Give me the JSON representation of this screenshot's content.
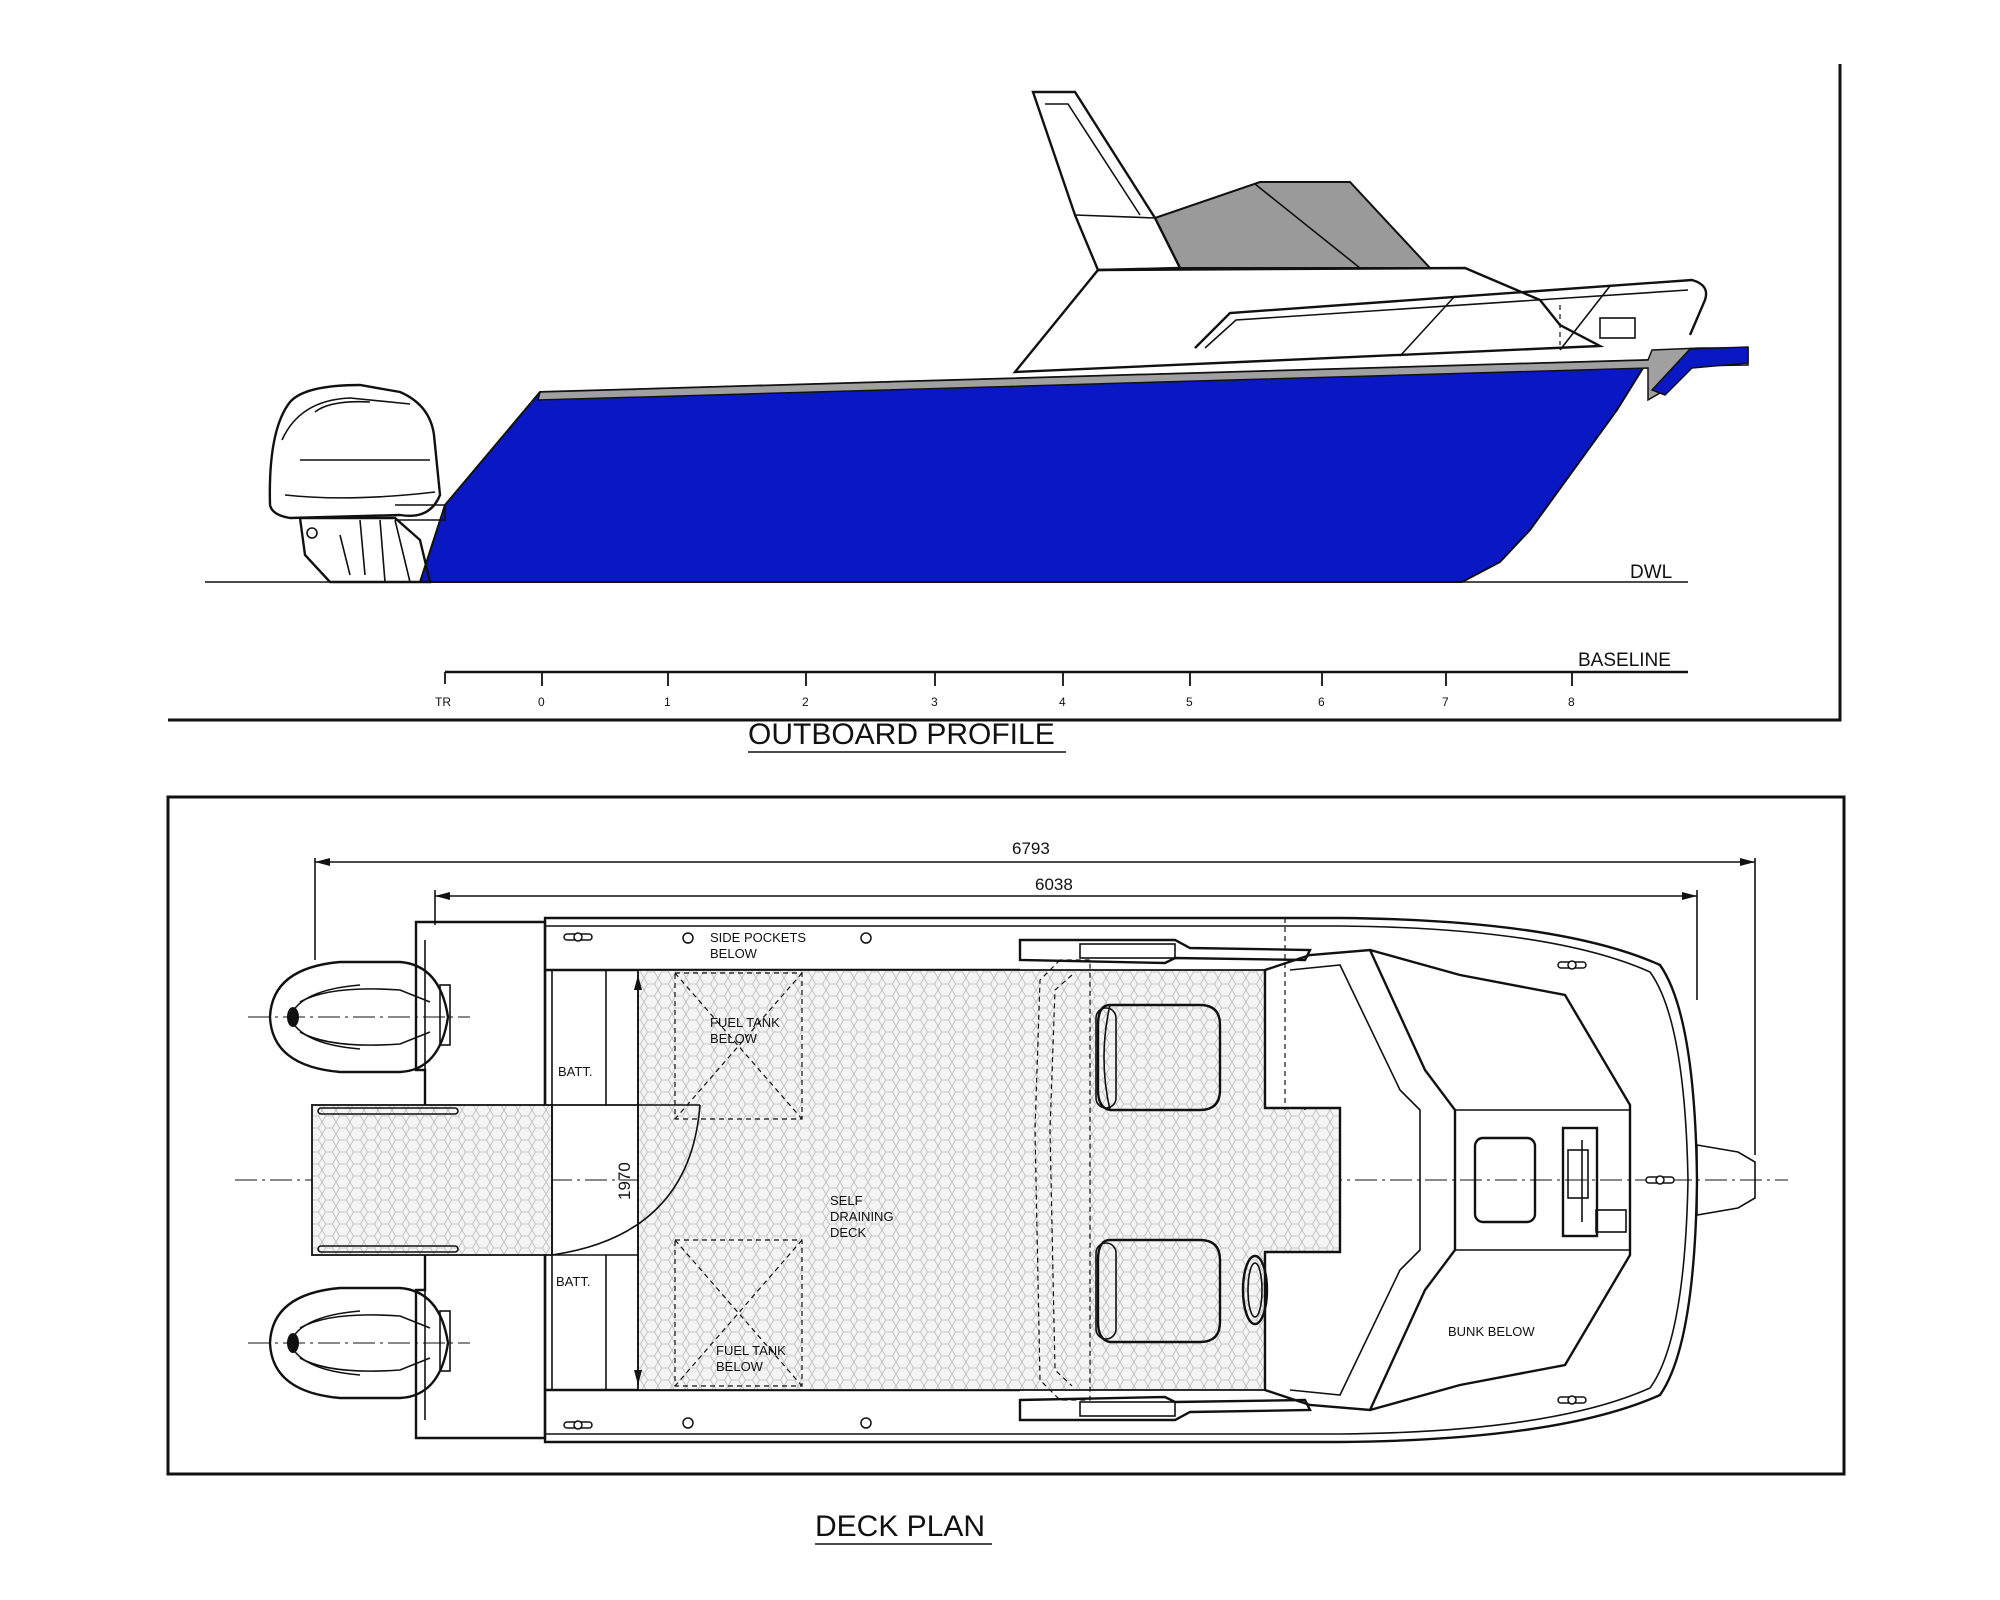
{
  "colors": {
    "hull": "#0a18c4",
    "cabin_glass": "#9a9a9a",
    "ink": "#111111",
    "background": "#ffffff",
    "tread": "#efefef"
  },
  "profile": {
    "title": "OUTBOARD PROFILE",
    "dwl_label": "DWL",
    "baseline_label": "BASELINE",
    "stations": [
      "TR",
      "0",
      "1",
      "2",
      "3",
      "4",
      "5",
      "6",
      "7",
      "8"
    ]
  },
  "plan": {
    "title": "DECK PLAN",
    "overall_length": "6793",
    "hull_length": "6038",
    "beam": "1970",
    "labels": {
      "side_pockets_1": "SIDE POCKETS",
      "side_pockets_2": "BELOW",
      "fuel_tank_top_1": "FUEL TANK",
      "fuel_tank_top_2": "BELOW",
      "fuel_tank_bottom_1": "FUEL TANK",
      "fuel_tank_bottom_2": "BELOW",
      "deck_1": "SELF",
      "deck_2": "DRAINING",
      "deck_3": "DECK",
      "batt_top": "BATT.",
      "batt_bottom": "BATT.",
      "bunk": "BUNK BELOW"
    }
  }
}
